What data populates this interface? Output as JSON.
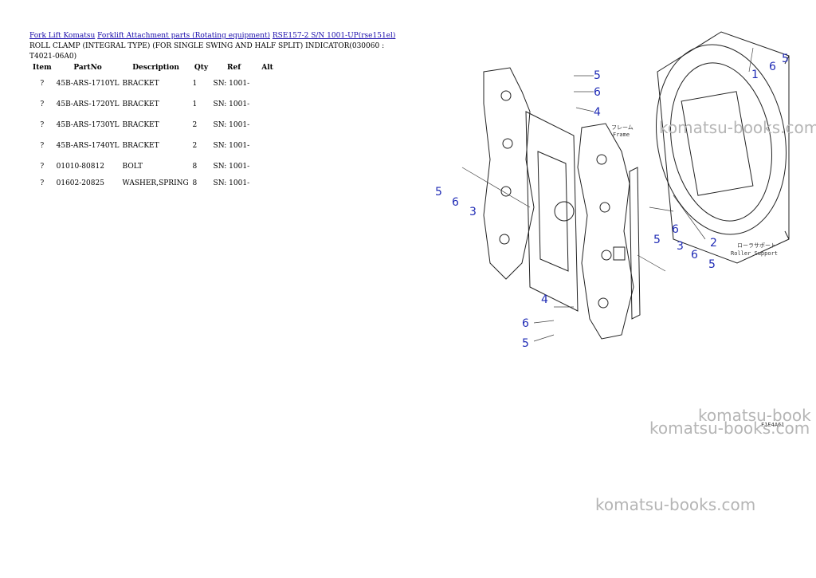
{
  "breadcrumb": {
    "link1": "Fork Lift Komatsu",
    "link2": "Forklift Attachment parts (Rotating equipment)",
    "link3": "RSE157-2 S/N 1001-UP(rse151el)"
  },
  "title": "ROLL CLAMP (INTEGRAL TYPE) (FOR SINGLE SWING AND HALF SPLIT) INDICATOR(030060 : T4021-06A0)",
  "table": {
    "headers": [
      "Item",
      "PartNo",
      "Description",
      "Qty",
      "Ref",
      "Alt"
    ],
    "rows": [
      {
        "item": "?",
        "part": "45B-ARS-1710YL",
        "desc": "BRACKET",
        "qty": "1",
        "ref": "SN: 1001-",
        "alt": ""
      },
      {
        "item": "?",
        "part": "45B-ARS-1720YL",
        "desc": "BRACKET",
        "qty": "1",
        "ref": "SN: 1001-",
        "alt": ""
      },
      {
        "item": "?",
        "part": "45B-ARS-1730YL",
        "desc": "BRACKET",
        "qty": "2",
        "ref": "SN: 1001-",
        "alt": ""
      },
      {
        "item": "?",
        "part": "45B-ARS-1740YL",
        "desc": "BRACKET",
        "qty": "2",
        "ref": "SN: 1001-",
        "alt": ""
      },
      {
        "item": "?",
        "part": "01010-80812",
        "desc": "BOLT",
        "qty": "8",
        "ref": "SN: 1001-",
        "alt": ""
      },
      {
        "item": "?",
        "part": "01602-20825",
        "desc": "WASHER,SPRING",
        "qty": "8",
        "ref": "SN: 1001-",
        "alt": ""
      }
    ]
  },
  "diagram": {
    "callouts": [
      "5",
      "6",
      "4",
      "1",
      "6",
      "5",
      "5",
      "6",
      "3",
      "5",
      "6",
      "2",
      "3",
      "6",
      "5",
      "4",
      "6",
      "5"
    ],
    "label_frame_jp": "フレーム",
    "label_frame": "Frame",
    "label_roller_jp": "ローラサポート",
    "label_roller": "Roller Support",
    "code": "F1E4A61"
  },
  "watermarks": [
    "komatsu-books.com",
    "komatsu-book",
    "komatsu-books.com",
    "komatsu-books.com"
  ],
  "colors": {
    "link": "#1a0dab",
    "callout": "#1f2bb5",
    "watermark": "#b5b5b5"
  }
}
